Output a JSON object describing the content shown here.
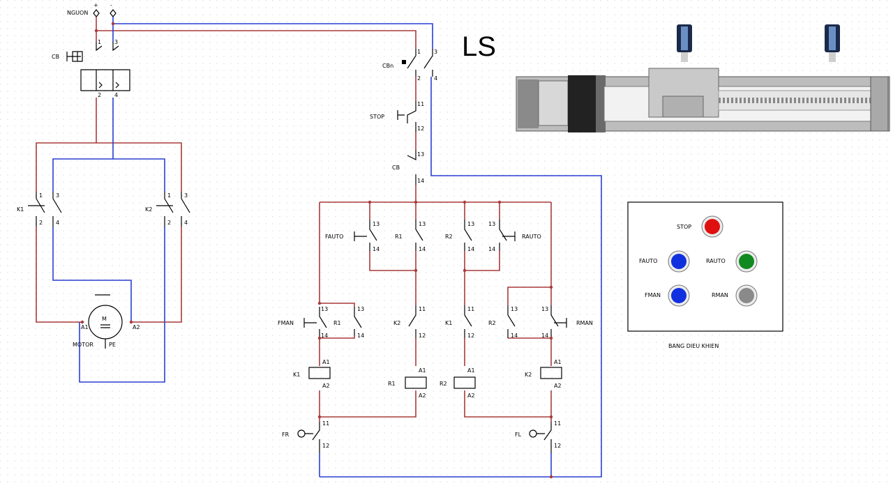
{
  "power": {
    "label": "NGUON",
    "plus": "+",
    "minus": "-"
  },
  "ls_title": "LS",
  "panel": {
    "title": "BANG DIEU KHIEN",
    "buttons": [
      {
        "label": "STOP",
        "color": "#e01010"
      },
      {
        "label": "FAUTO",
        "color": "#1030e0"
      },
      {
        "label": "RAUTO",
        "color": "#108a20"
      },
      {
        "label": "FMAN",
        "color": "#1030e0"
      },
      {
        "label": "RMAN",
        "color": "#8a8a8a"
      }
    ]
  },
  "labels": {
    "cb": "CB",
    "cbn": "CBn",
    "stop": "STOP",
    "fauto": "FAUTO",
    "rauto": "RAUTO",
    "fman": "FMAN",
    "rman": "RMAN",
    "k1": "K1",
    "k2": "K2",
    "r1": "R1",
    "r2": "R2",
    "fr": "FR",
    "fl": "FL",
    "motor": "MOTOR",
    "pe": "PE",
    "a1": "A1",
    "a2": "A2",
    "m": "M"
  },
  "pins": {
    "p1": "1",
    "p2": "2",
    "p3": "3",
    "p4": "4",
    "p11": "11",
    "p12": "12",
    "p13": "13",
    "p14": "14"
  }
}
